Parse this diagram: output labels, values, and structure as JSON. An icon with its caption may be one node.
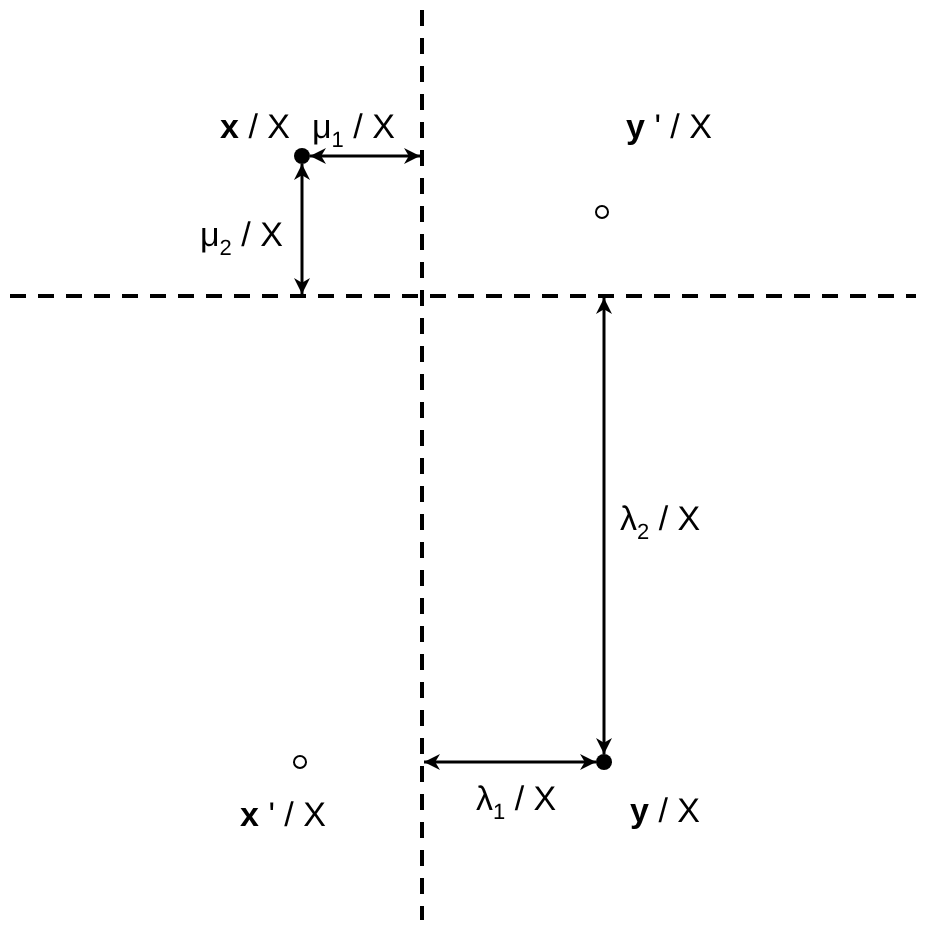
{
  "diagram": {
    "labels": [
      "**x** / X",
      "μ$_{1}$ / X",
      "**y** ' / X",
      "μ$_{2}$ / X",
      "λ$_{2}$ / X",
      "**x** ' / X",
      "λ$_{1}$ / X",
      "**y** / X"
    ]
  }
}
